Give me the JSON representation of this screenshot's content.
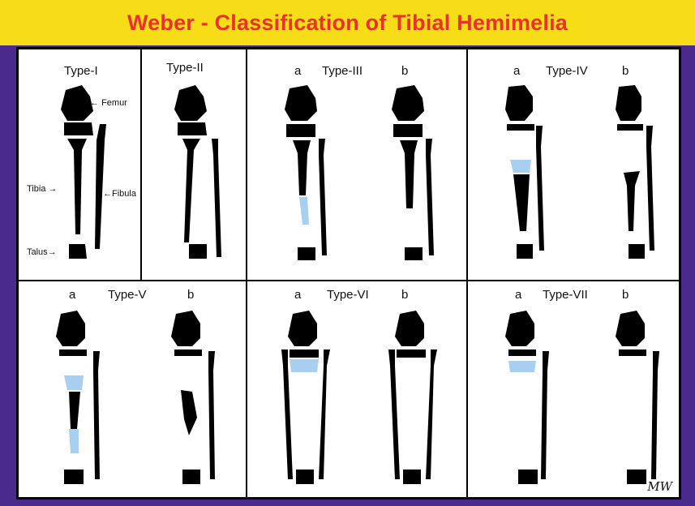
{
  "title": "Weber - Classification of Tibial Hemimelia",
  "colors": {
    "header_bg": "#f7dc18",
    "title": "#e8322b",
    "border": "#4a2a8c",
    "bone": "#000000",
    "cartilage": "#a9cff0"
  },
  "panels": {
    "type1": {
      "label": "Type-I",
      "femur": "Femur",
      "tibia": "Tibia",
      "fibula": "Fibula",
      "talus": "Talus"
    },
    "type2": {
      "label": "Type-II"
    },
    "type3": {
      "label": "Type-III",
      "a": "a",
      "b": "b"
    },
    "type4": {
      "label": "Type-IV",
      "a": "a",
      "b": "b"
    },
    "type5": {
      "label": "Type-V",
      "a": "a",
      "b": "b"
    },
    "type6": {
      "label": "Type-VI",
      "a": "a",
      "b": "b"
    },
    "type7": {
      "label": "Type-VII",
      "a": "a",
      "b": "b"
    }
  },
  "signature": "MW"
}
